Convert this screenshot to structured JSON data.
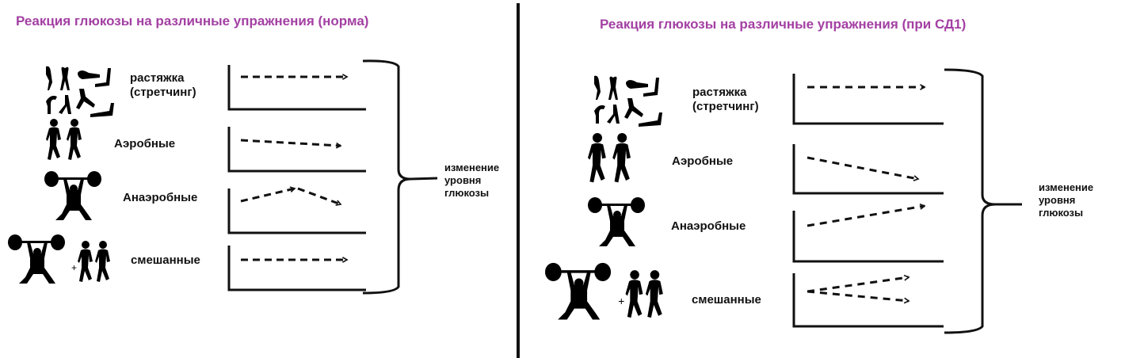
{
  "panels": [
    {
      "title": "Реакция глюкозы на различные упражнения (норма)",
      "rows": [
        {
          "label_line1": "растяжка",
          "label_line2": "(стретчинг)",
          "trend": "flat",
          "icon": "stretching-icon"
        },
        {
          "label_line1": "Аэробные",
          "label_line2": "",
          "trend": "flat-slight-down",
          "icon": "runners-icon"
        },
        {
          "label_line1": "Анаэробные",
          "label_line2": "",
          "trend": "rise-then-fall",
          "icon": "weightlifter-icon"
        },
        {
          "label_line1": "смешанные",
          "label_line2": "",
          "trend": "flat",
          "icon": "weightlifter-plus-runners-icon"
        }
      ],
      "brace_label": {
        "line1": "изменение",
        "line2": "уровня",
        "line3": "глюкозы"
      }
    },
    {
      "title": "Реакция глюкозы на различные упражнения (при СД1)",
      "rows": [
        {
          "label_line1": "растяжка",
          "label_line2": "(стретчинг)",
          "trend": "flat",
          "icon": "stretching-icon"
        },
        {
          "label_line1": "Аэробные",
          "label_line2": "",
          "trend": "decrease",
          "icon": "runners-icon"
        },
        {
          "label_line1": "Анаэробные",
          "label_line2": "",
          "trend": "increase",
          "icon": "weightlifter-icon"
        },
        {
          "label_line1": "смешанные",
          "label_line2": "",
          "trend": "increase-or-flat",
          "icon": "weightlifter-plus-runners-icon"
        }
      ],
      "brace_label": {
        "line1": "изменение",
        "line2": "уровня",
        "line3": "глюкозы"
      }
    }
  ],
  "colors": {
    "title": "#a340a3",
    "lines": "#111111"
  }
}
